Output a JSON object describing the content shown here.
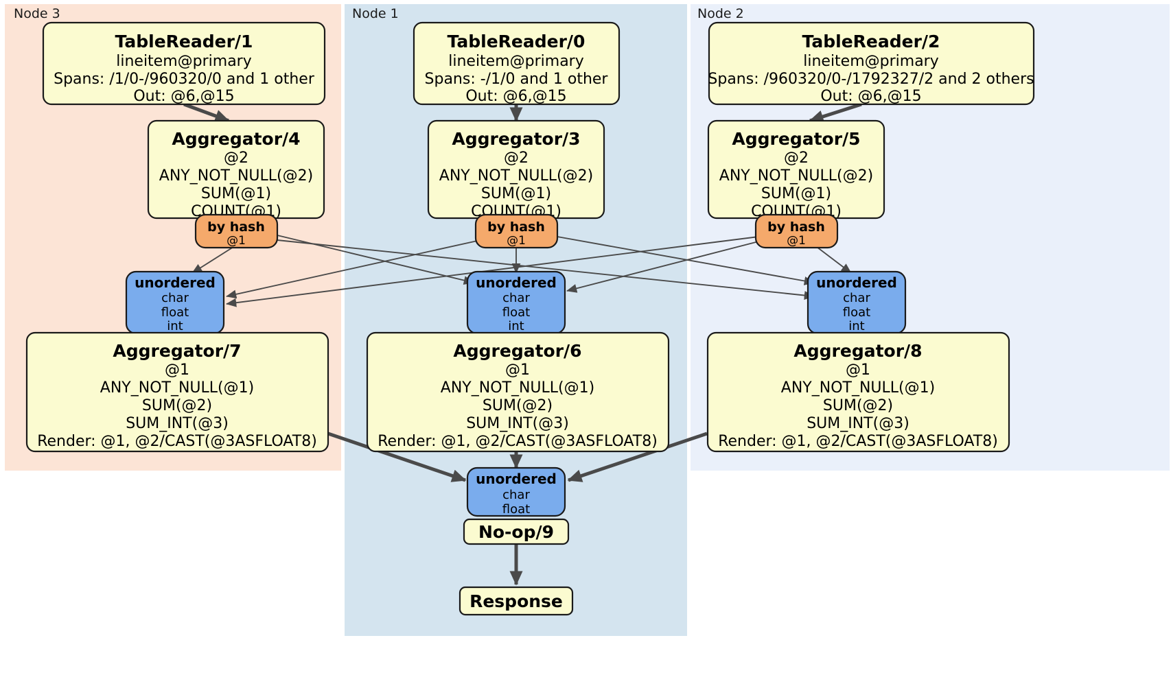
{
  "diagram": {
    "type": "distributed-query-plan",
    "regions": [
      {
        "id": "node3",
        "label": "Node 3",
        "color": "#fce4d6"
      },
      {
        "id": "node1",
        "label": "Node 1",
        "color": "#d4e4ef"
      },
      {
        "id": "node2",
        "label": "Node 2",
        "color": "#eaf0fa"
      }
    ],
    "colors": {
      "processor_fill": "#fbfbd0",
      "router_fill": "#f5a96b",
      "synchronizer_fill": "#7aaced",
      "edge": "#4a4a4a",
      "border": "#1a1a1a"
    },
    "table_readers": [
      {
        "id": "tablereader-1",
        "region": "node3",
        "title": "TableReader/1",
        "lines": [
          "lineitem@primary",
          "Spans: /1/0-/960320/0 and 1 other",
          "Out: @6,@15"
        ]
      },
      {
        "id": "tablereader-0",
        "region": "node1",
        "title": "TableReader/0",
        "lines": [
          "lineitem@primary",
          "Spans: -/1/0 and 1 other",
          "Out: @6,@15"
        ]
      },
      {
        "id": "tablereader-2",
        "region": "node2",
        "title": "TableReader/2",
        "lines": [
          "lineitem@primary",
          "Spans: /960320/0-/1792327/2 and 2 others",
          "Out: @6,@15"
        ]
      }
    ],
    "local_aggregators": [
      {
        "id": "aggregator-4",
        "region": "node3",
        "title": "Aggregator/4",
        "lines": [
          "@2",
          "ANY_NOT_NULL(@2)",
          "SUM(@1)",
          "COUNT(@1)"
        ]
      },
      {
        "id": "aggregator-3",
        "region": "node1",
        "title": "Aggregator/3",
        "lines": [
          "@2",
          "ANY_NOT_NULL(@2)",
          "SUM(@1)",
          "COUNT(@1)"
        ]
      },
      {
        "id": "aggregator-5",
        "region": "node2",
        "title": "Aggregator/5",
        "lines": [
          "@2",
          "ANY_NOT_NULL(@2)",
          "SUM(@1)",
          "COUNT(@1)"
        ]
      }
    ],
    "routers": [
      {
        "id": "router-node3",
        "region": "node3",
        "title": "by hash",
        "lines": [
          "@1"
        ]
      },
      {
        "id": "router-node1",
        "region": "node1",
        "title": "by hash",
        "lines": [
          "@1"
        ]
      },
      {
        "id": "router-node2",
        "region": "node2",
        "title": "by hash",
        "lines": [
          "@1"
        ]
      }
    ],
    "synchronizers": [
      {
        "id": "sync-node3",
        "region": "node3",
        "title": "unordered",
        "lines": [
          "char",
          "float",
          "int"
        ]
      },
      {
        "id": "sync-node1",
        "region": "node1",
        "title": "unordered",
        "lines": [
          "char",
          "float",
          "int"
        ]
      },
      {
        "id": "sync-node2",
        "region": "node2",
        "title": "unordered",
        "lines": [
          "char",
          "float",
          "int"
        ]
      },
      {
        "id": "sync-final",
        "region": "node1",
        "title": "unordered",
        "lines": [
          "char",
          "float"
        ]
      }
    ],
    "final_aggregators": [
      {
        "id": "aggregator-7",
        "region": "node3",
        "title": "Aggregator/7",
        "lines": [
          "@1",
          "ANY_NOT_NULL(@1)",
          "SUM(@2)",
          "SUM_INT(@3)",
          "Render: @1, @2/CAST(@3ASFLOAT8)"
        ]
      },
      {
        "id": "aggregator-6",
        "region": "node1",
        "title": "Aggregator/6",
        "lines": [
          "@1",
          "ANY_NOT_NULL(@1)",
          "SUM(@2)",
          "SUM_INT(@3)",
          "Render: @1, @2/CAST(@3ASFLOAT8)"
        ]
      },
      {
        "id": "aggregator-8",
        "region": "node2",
        "title": "Aggregator/8",
        "lines": [
          "@1",
          "ANY_NOT_NULL(@1)",
          "SUM(@2)",
          "SUM_INT(@3)",
          "Render: @1, @2/CAST(@3ASFLOAT8)"
        ]
      }
    ],
    "terminal": [
      {
        "id": "noop-9",
        "region": "node1",
        "title": "No-op/9"
      },
      {
        "id": "response",
        "region": "node1",
        "title": "Response"
      }
    ]
  }
}
